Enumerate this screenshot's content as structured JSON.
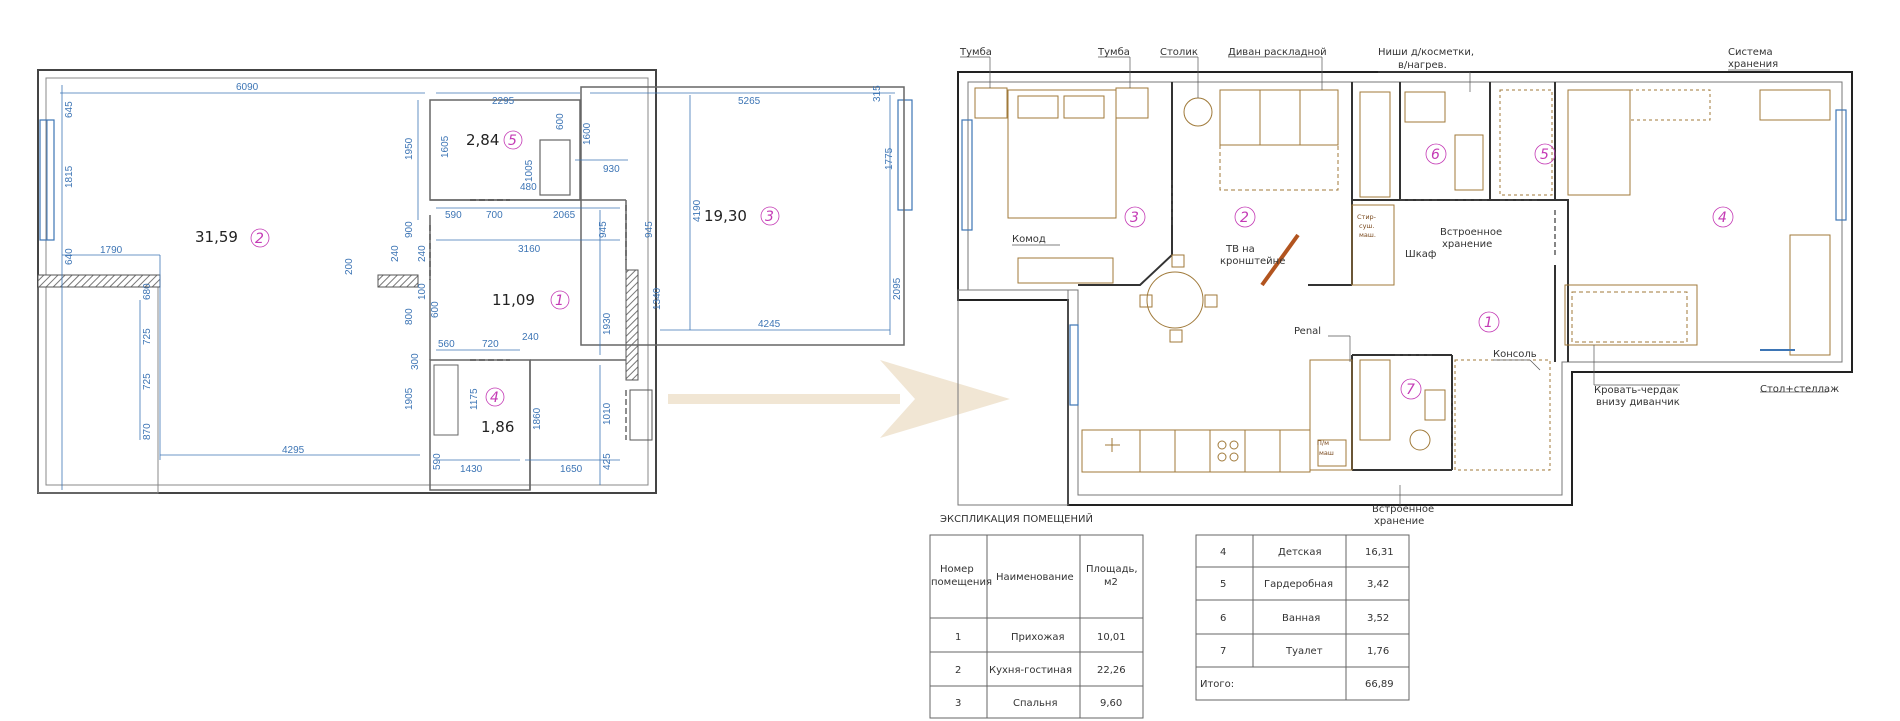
{
  "before_plan": {
    "rooms": [
      {
        "id": "2",
        "area": "31,59"
      },
      {
        "id": "5",
        "area": "2,84"
      },
      {
        "id": "3",
        "area": "19,30"
      },
      {
        "id": "1",
        "area": "11,09"
      },
      {
        "id": "4",
        "area": "1,86"
      }
    ],
    "dimensions": [
      "6090",
      "2295",
      "5265",
      "315",
      "645",
      "1815",
      "1950",
      "1605",
      "600",
      "1600",
      "1005",
      "480",
      "930",
      "1775",
      "640",
      "1790",
      "590",
      "700",
      "2065",
      "945",
      "945",
      "4190",
      "900",
      "240",
      "200",
      "240",
      "3160",
      "680",
      "1340",
      "2095",
      "100",
      "800",
      "1930",
      "725",
      "600",
      "560",
      "720",
      "240",
      "4245",
      "300",
      "725",
      "1175",
      "1860",
      "1010",
      "1905",
      "870",
      "4295",
      "590",
      "1430",
      "1650",
      "425"
    ]
  },
  "after_plan": {
    "room_numbers": [
      "3",
      "2",
      "6",
      "5",
      "4",
      "1",
      "7"
    ],
    "callouts": {
      "tumba_1": "Тумба",
      "tumba_2": "Тумба",
      "stolik": "Столик",
      "divan": "Диван раскладной",
      "nishi_1": "Ниши д/косметки,",
      "nishi_2": "в/нагрев.",
      "sistema_1": "Система",
      "sistema_2": "хранения",
      "komod": "Комод",
      "tv_1": "ТВ на",
      "tv_2": "кронштейне",
      "vstr_1": "Встроенное",
      "vstr_2": "хранение",
      "shkaf": "Шкаф",
      "penal": "Penal",
      "konsol": "Консоль",
      "krovat_1": "Кровать-чердак",
      "krovat_2": "внизу диванчик",
      "stol_stellazh": "Стол+стеллаж",
      "vstr_bottom_1": "Встроенное",
      "vstr_bottom_2": "хранение",
      "stir_1": "Стир-",
      "stir_2": "суш.",
      "stir_3": "маш.",
      "posud_1": "П/м",
      "posud_2": "маш"
    }
  },
  "explication": {
    "title": "ЭКСПЛИКАЦИЯ ПОМЕЩЕНИЙ",
    "headers": {
      "number_1": "Номер",
      "number_2": "помещения",
      "name": "Наименование",
      "area_1": "Площадь,",
      "area_2": "м2"
    },
    "rows": [
      {
        "num": "1",
        "name": "Прихожая",
        "area": "10,01"
      },
      {
        "num": "2",
        "name": "Кухня-гостиная",
        "area": "22,26"
      },
      {
        "num": "3",
        "name": "Спальня",
        "area": "9,60"
      },
      {
        "num": "4",
        "name": "Детская",
        "area": "16,31"
      },
      {
        "num": "5",
        "name": "Гардеробная",
        "area": "3,42"
      },
      {
        "num": "6",
        "name": "Ванная",
        "area": "3,52"
      },
      {
        "num": "7",
        "name": "Туалет",
        "area": "1,76"
      }
    ],
    "total_label": "Итого:",
    "total_value": "66,89"
  },
  "colors": {
    "dimension": "#3d75b5",
    "room_number": "#c43ab5",
    "wall": "#555555",
    "furniture": "#a07a3a",
    "arrow": "#f1e6d4",
    "hatch_wall": "#7a7a7a"
  }
}
